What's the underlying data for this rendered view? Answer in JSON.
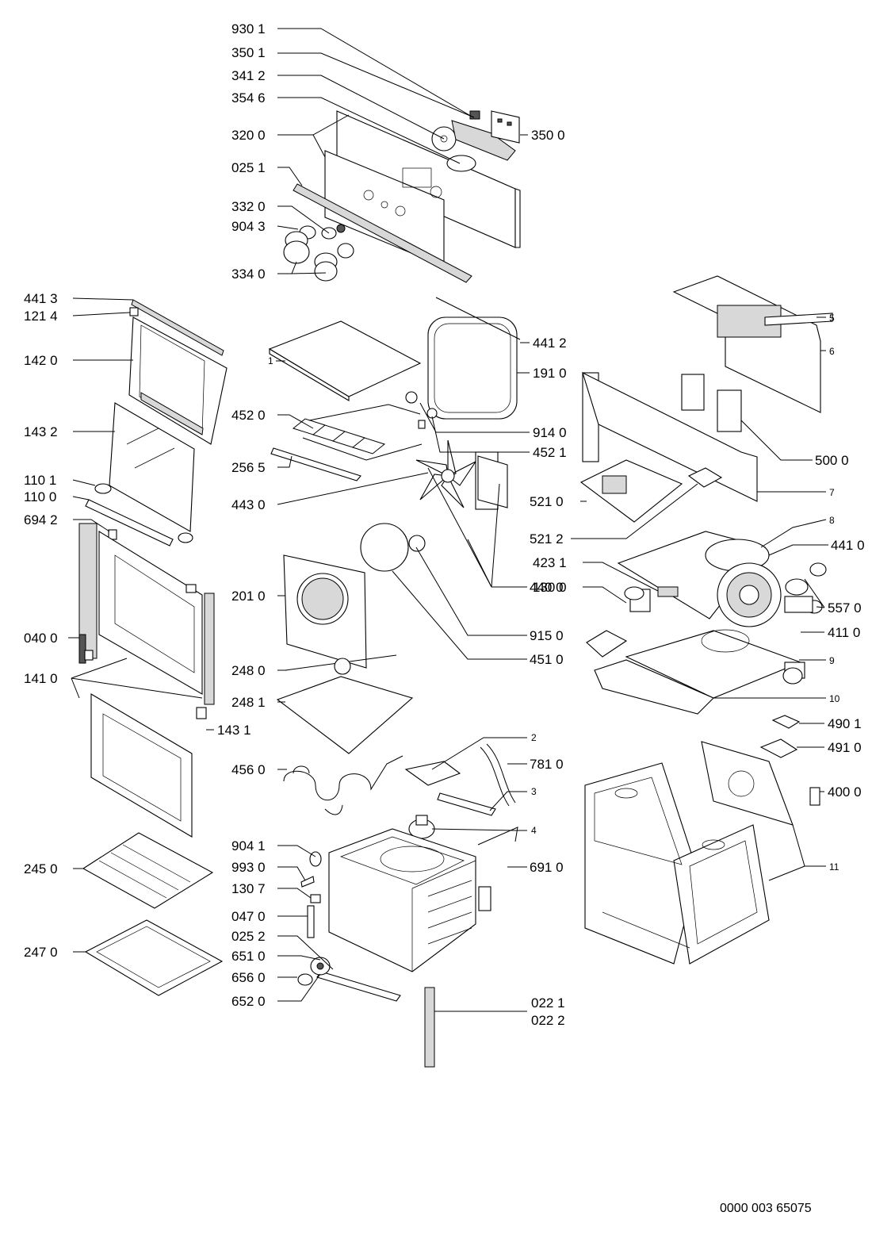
{
  "diagram": {
    "drawing_number": "0000 003 65075",
    "callouts": {
      "c930_1": "930 1",
      "c350_1": "350 1",
      "c341_2": "341 2",
      "c354_6": "354 6",
      "c320_0": "320 0",
      "c025_1": "025 1",
      "c332_0": "332 0",
      "c904_3": "904 3",
      "c334_0": "334 0",
      "c350_0": "350 0",
      "c441_3": "441 3",
      "c121_4": "121 4",
      "c142_0": "142 0",
      "c143_2": "143 2",
      "c110_1": "110 1",
      "c110_0": "110 0",
      "c694_2": "694 2",
      "c040_0": "040 0",
      "c141_0": "141 0",
      "c143_1": "143 1",
      "c245_0": "245 0",
      "c247_0": "247 0",
      "c1": "1",
      "c441_2": "441 2",
      "c191_0": "191 0",
      "c452_0": "452 0",
      "c914_0": "914 0",
      "c452_1": "452 1",
      "c256_5": "256 5",
      "c443_0": "443 0",
      "c440_0": "440 0",
      "c201_0": "201 0",
      "c915_0": "915 0",
      "c451_0": "451 0",
      "c248_0": "248 0",
      "c248_1": "248 1",
      "c2": "2",
      "c781_0": "781 0",
      "c456_0": "456 0",
      "c3": "3",
      "c4": "4",
      "c904_1": "904 1",
      "c993_0": "993 0",
      "c130_7": "130 7",
      "c691_0": "691 0",
      "c047_0": "047 0",
      "c025_2": "025 2",
      "c651_0": "651 0",
      "c656_0": "656 0",
      "c652_0": "652 0",
      "c022_1": "022 1",
      "c022_2": "022 2",
      "c5": "5",
      "c6": "6",
      "c500_0": "500 0",
      "c521_0": "521 0",
      "c7": "7",
      "c521_2": "521 2",
      "c8": "8",
      "c441_0": "441 0",
      "c423_1": "423 1",
      "c130_0": "130 0",
      "c557_0": "557 0",
      "c411_0": "411 0",
      "c9": "9",
      "c10": "10",
      "c490_1": "490 1",
      "c491_0": "491 0",
      "c400_0": "400 0",
      "c11": "11"
    }
  }
}
